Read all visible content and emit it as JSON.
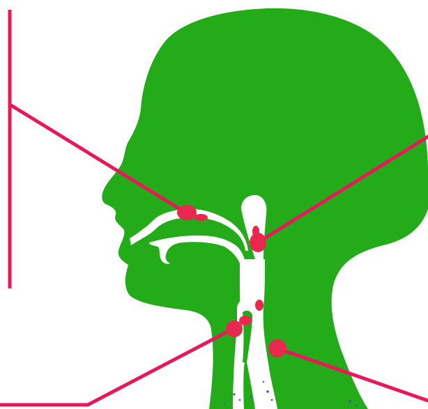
{
  "diagram": {
    "subject": "head-and-neck-sagittal-silhouette",
    "colors": {
      "head": "#23ab19",
      "airway": "#ffffff",
      "pointer": "#e8195a",
      "marker": "#e8284e",
      "speckle": "#3f55d8"
    },
    "pointers": [
      {
        "id": "nasal-cavity-pointer"
      },
      {
        "id": "nasopharynx-pointer"
      },
      {
        "id": "larynx-pointer"
      },
      {
        "id": "esophagus-pointer"
      }
    ],
    "label_brackets": [
      {
        "id": "top-left-bracket"
      },
      {
        "id": "bottom-left-bracket"
      }
    ]
  }
}
